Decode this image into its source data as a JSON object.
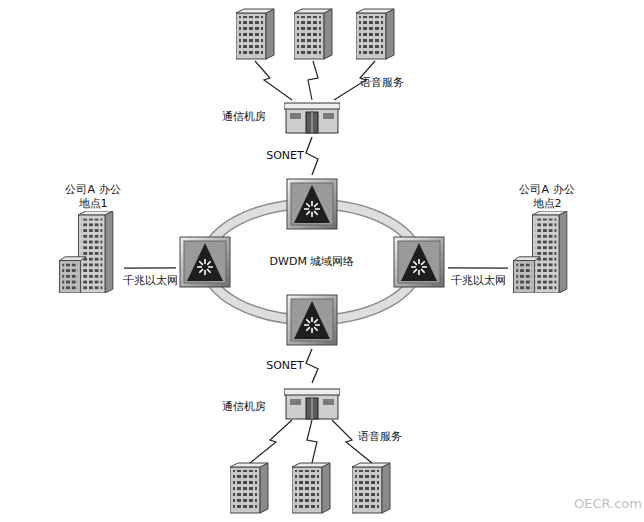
{
  "diagram": {
    "nodes": [
      {
        "text": [
          "通信机房"
        ]
      },
      {
        "text": [
          "公司A 办公地点1"
        ]
      },
      {
        "text": [
          "DWDM 城域网络"
        ]
      },
      {
        "text": [
          "公司A 办公地点2"
        ]
      },
      {
        "text": [
          "通信机房"
        ]
      }
    ],
    "edges": [
      {
        "from": 0,
        "to": 2,
        "label": "SONET",
        "arrow": "none"
      },
      {
        "from": 1,
        "to": 2,
        "label": "千兆以太网",
        "arrow": "none"
      },
      {
        "from": 3,
        "to": 2,
        "label": "千兆以太网",
        "arrow": "none"
      },
      {
        "from": 4,
        "to": 2,
        "label": "SONET",
        "arrow": "none"
      }
    ],
    "labels": [
      "语音服务",
      "语音服务",
      "OECR.com"
    ]
  }
}
